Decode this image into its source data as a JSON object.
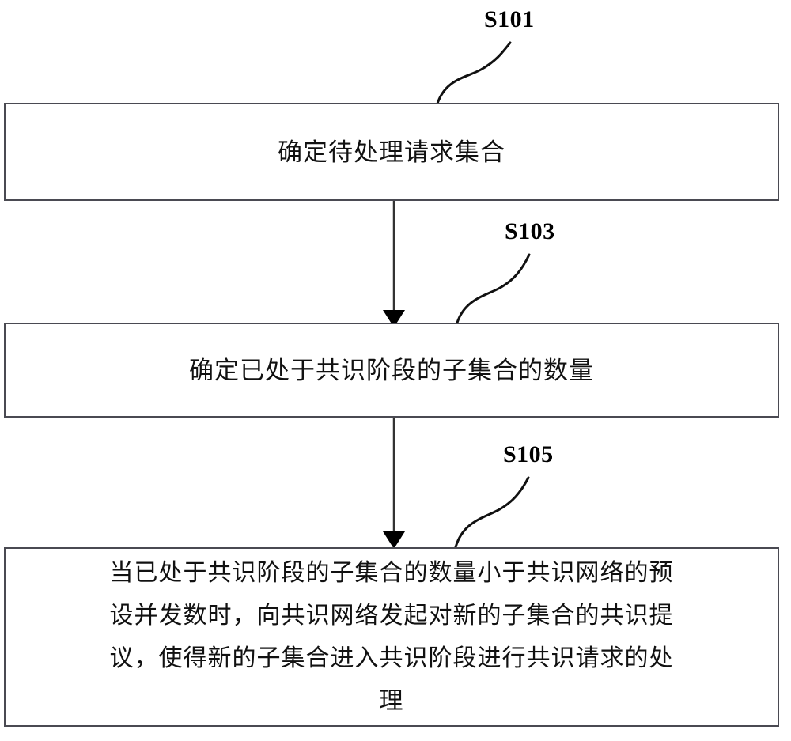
{
  "diagram": {
    "type": "flowchart",
    "orientation": "vertical",
    "background_color": "#ffffff",
    "line_color": "#4a4a52",
    "text_color": "#111111",
    "steps": [
      {
        "id": "S101",
        "label": "S101",
        "text": "确定待处理请求集合"
      },
      {
        "id": "S103",
        "label": "S103",
        "text": "确定已处于共识阶段的子集合的数量"
      },
      {
        "id": "S105",
        "label": "S105",
        "text": "当已处于共识阶段的子集合的数量小于共识网络的预\n设并发数时，向共识网络发起对新的子集合的共识提\n议，使得新的子集合进入共识阶段进行共识请求的处\n理"
      }
    ],
    "connectors": [
      {
        "id": "arrow-s101-s103",
        "from": "S101",
        "to": "S103",
        "style": "solid-arrow-down"
      },
      {
        "id": "arrow-s103-s105",
        "from": "S103",
        "to": "S105",
        "style": "solid-arrow-down"
      }
    ],
    "leader_lines": [
      {
        "id": "leader-s101",
        "for": "S101",
        "style": "s-curve"
      },
      {
        "id": "leader-s103",
        "for": "S103",
        "style": "s-curve"
      },
      {
        "id": "leader-s105",
        "for": "S105",
        "style": "s-curve"
      }
    ]
  }
}
